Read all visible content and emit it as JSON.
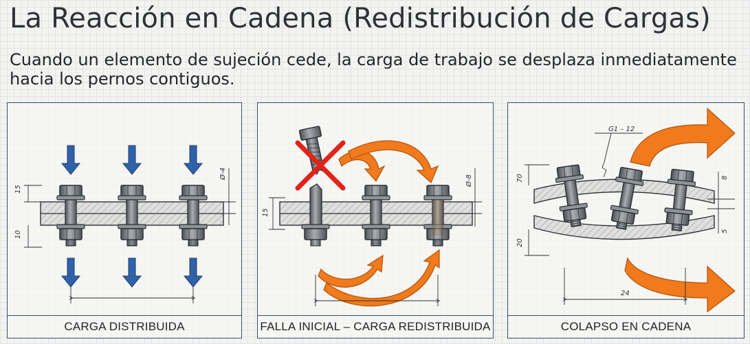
{
  "title": "La Reacción en Cadena (Redistribución de Cargas)",
  "subtitle": "Cuando un elemento de sujeción cede, la carga de trabajo se desplaza inmediatamente hacia los pernos contiguos.",
  "panels": [
    {
      "caption": "CARGA DISTRIBUIDA",
      "dims": {
        "top_height": "15",
        "bottom_height": "10",
        "diameter": "Ø-4"
      }
    },
    {
      "caption": "FALLA INICIAL – CARGA REDISTRIBUIDA",
      "dims": {
        "height": "15",
        "diameter": "Ø-8"
      }
    },
    {
      "caption": "COLAPSO EN CADENA",
      "dims": {
        "note": "G1 – 12",
        "top_height": "70",
        "bottom_height": "20",
        "right_top": "8",
        "right_bottom": "5",
        "span": "24"
      }
    }
  ],
  "colors": {
    "load_arrow": "#2f62a8",
    "redistribution_arrow": "#f07a1c",
    "failure_cross": "#e2231a",
    "frame": "#3a4d72",
    "bolt_metal": "#6f747a"
  },
  "icons": [
    "down-arrow-icon",
    "failure-x-icon",
    "curved-arrow-icon"
  ]
}
